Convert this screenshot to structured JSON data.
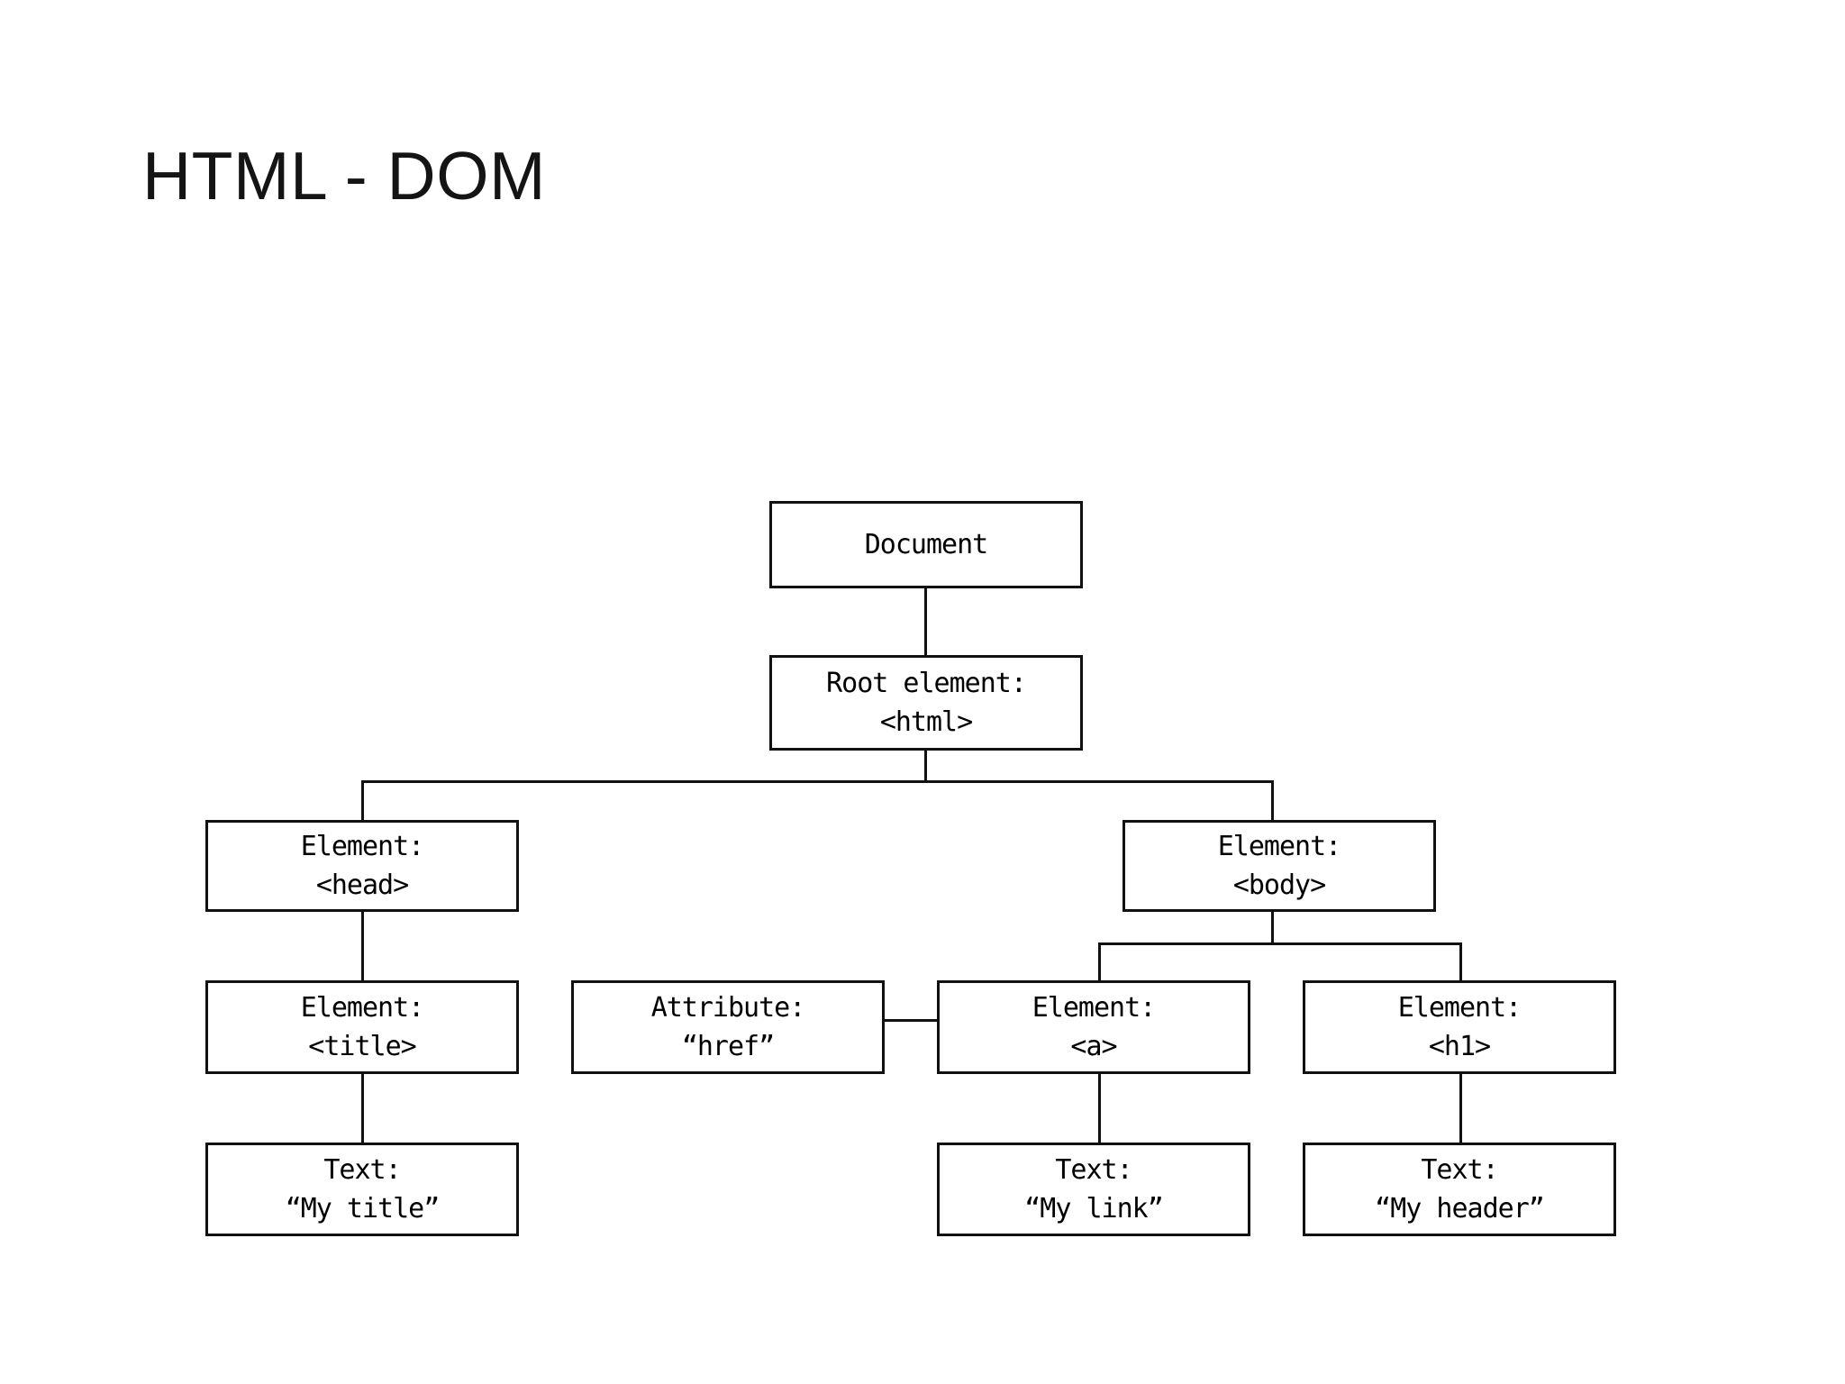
{
  "slide": {
    "title": "HTML - DOM",
    "background_color": "#ffffff",
    "line_color": "#111111",
    "text_color": "#000000"
  },
  "diagram": {
    "type": "tree",
    "nodes": {
      "document": {
        "line1": "Document",
        "line2": ""
      },
      "root_html": {
        "line1": "Root element:",
        "line2": "<html>"
      },
      "head": {
        "line1": "Element:",
        "line2": "<head>"
      },
      "body": {
        "line1": "Element:",
        "line2": "<body>"
      },
      "title": {
        "line1": "Element:",
        "line2": "<title>"
      },
      "attr_href": {
        "line1": "Attribute:",
        "line2": "“href”"
      },
      "anchor": {
        "line1": "Element:",
        "line2": "<a>"
      },
      "h1": {
        "line1": "Element:",
        "line2": "<h1>"
      },
      "text_title": {
        "line1": "Text:",
        "line2": "“My title”"
      },
      "text_link": {
        "line1": "Text:",
        "line2": "“My link”"
      },
      "text_header": {
        "line1": "Text:",
        "line2": "“My header”"
      }
    },
    "edges": [
      {
        "from": "document",
        "to": "root_html"
      },
      {
        "from": "root_html",
        "to": "head"
      },
      {
        "from": "root_html",
        "to": "body"
      },
      {
        "from": "head",
        "to": "title"
      },
      {
        "from": "title",
        "to": "text_title"
      },
      {
        "from": "body",
        "to": "anchor"
      },
      {
        "from": "body",
        "to": "h1"
      },
      {
        "from": "attr_href",
        "to": "anchor"
      },
      {
        "from": "anchor",
        "to": "text_link"
      },
      {
        "from": "h1",
        "to": "text_header"
      }
    ]
  }
}
